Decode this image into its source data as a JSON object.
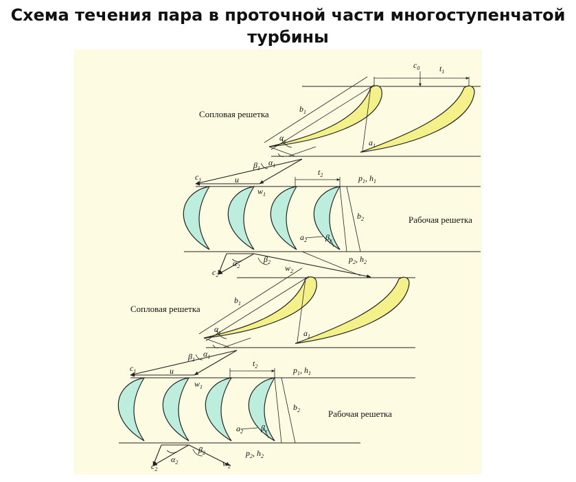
{
  "title": "Схема течения пара в проточной части многоступенчатой турбины",
  "labels": {
    "nozzle_grid": "Сопловая решетка",
    "rotor_grid": "Рабочая решетка"
  },
  "symbols": {
    "c0": "c",
    "c0_sub": "0",
    "t1": "t",
    "t1_sub": "1",
    "b1": "b",
    "b1_sub": "1",
    "a1": "a",
    "a1_sub": "1",
    "alpha_y": "α",
    "alpha_y_sub": "y",
    "alpha1": "α",
    "alpha1_sub": "1",
    "beta1": "β",
    "beta1_sub": "1",
    "c1": "c",
    "c1_sub": "1",
    "u": "u",
    "w1": "w",
    "w1_sub": "1",
    "t2": "t",
    "t2_sub": "2",
    "p1h1": "p",
    "p1h1_sub1": "1",
    "p1h1_mid": ", h",
    "p1h1_sub2": "1",
    "b2": "b",
    "b2_sub": "2",
    "a2": "a",
    "a2_sub": "2",
    "beta_y": "β",
    "beta_y_sub": "y",
    "alpha2": "α",
    "alpha2_sub": "2",
    "beta2": "β",
    "beta2_sub": "2",
    "w2": "w",
    "w2_sub": "2",
    "c2": "c",
    "c2_sub": "2",
    "p2h2": "p",
    "p2h2_sub1": "2",
    "p2h2_mid": ", h",
    "p2h2_sub2": "2"
  },
  "colors": {
    "background": "#fdfbe2",
    "nozzle_blade": "#f4f08a",
    "rotor_blade": "#bdeedd",
    "line": "#222222"
  }
}
